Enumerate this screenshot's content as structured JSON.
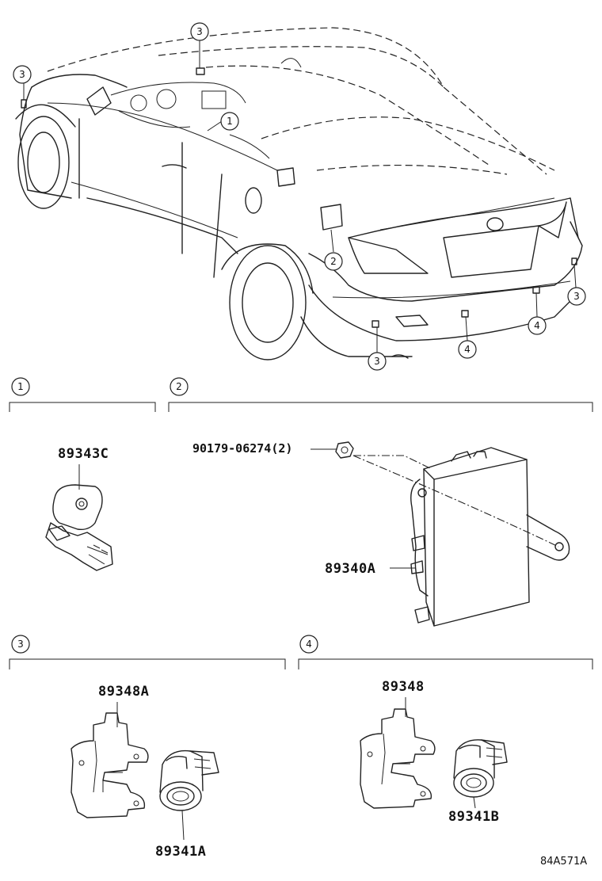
{
  "callouts": {
    "c1": "1",
    "c2": "2",
    "c3": "3",
    "c4": "4"
  },
  "sections": [
    {
      "id": "1",
      "label": "1",
      "parts": [
        "89343C"
      ]
    },
    {
      "id": "2",
      "label": "2",
      "parts": [
        "90179-06274(2)",
        "89340A"
      ]
    },
    {
      "id": "3",
      "label": "3",
      "parts": [
        "89348A",
        "89341A"
      ]
    },
    {
      "id": "4",
      "label": "4",
      "parts": [
        "89348",
        "89341B"
      ]
    }
  ],
  "illustration_ref": "84A571A"
}
